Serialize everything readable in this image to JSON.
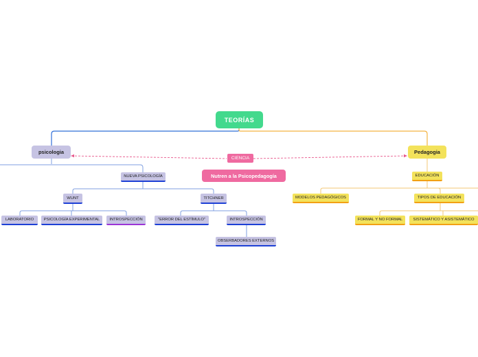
{
  "root": {
    "label": "TEORÍAS"
  },
  "left_branch": {
    "label": "psicologia",
    "child": "NUEVA PSICOLOGÍA",
    "wunt": {
      "label": "WUNT",
      "children": [
        "LABORATORIO",
        "PSICOLOGÍA EXPERIMENTAL",
        "INTROSPECCIÓN"
      ]
    },
    "titchner": {
      "label": "TITCHNER",
      "children": [
        "\"ERROR DEL ESTÍMULO\"",
        "INTROSPECCIÓN"
      ],
      "introspeccion_child": "OBSERBADORES EXTERNOS"
    }
  },
  "right_branch": {
    "label": "Pedagogia",
    "child": "EDUCACIÓN",
    "modelos": "MODELOS PEDAGÓGICOS",
    "tipos": {
      "label": "TIPOS DE EDUCACIÓN",
      "children": [
        "FORMAL Y NO FORMAL",
        "SISTEMÁTICO Y ASISTEMÁTICO"
      ]
    }
  },
  "relationship": {
    "label": "CIENCIA"
  },
  "floating": {
    "label": "Nutren a la Psicopedagogía"
  },
  "colors": {
    "root": "#43d98d",
    "left_line": "#2f6fd8",
    "right_line": "#f3b340",
    "relation_line": "#e8588c",
    "purple_node": "#c6c3e3",
    "yellow_node": "#f3e25b",
    "pink_node": "#ef6aa0",
    "blue_underline": "#1d40d6",
    "violet_underline": "#9b34d6",
    "orange_underline": "#f2a014"
  }
}
